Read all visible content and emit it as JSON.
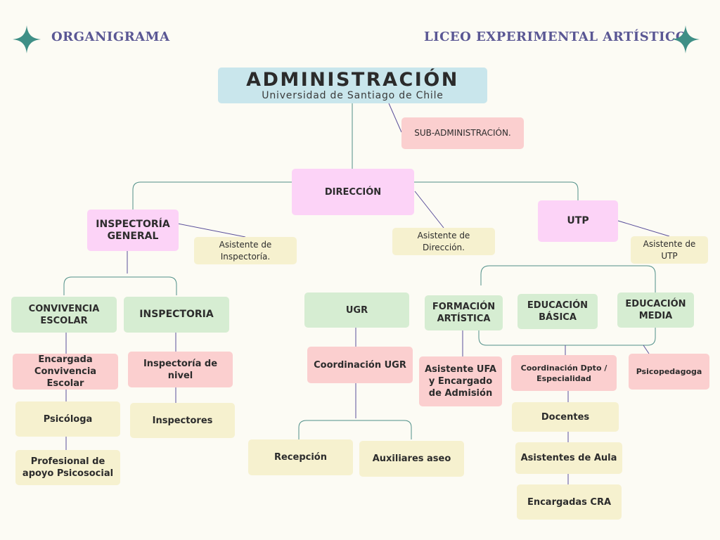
{
  "header": {
    "left_title": "ORGANIGRAMA",
    "right_title": "LICEO EXPERIMENTAL ARTÍSTICO",
    "accent_color": "#3f8f86",
    "title_color": "#5a5794"
  },
  "nodes": {
    "admin_title": "ADMINISTRACIÓN",
    "admin_subtitle": "Universidad de Santiago de Chile",
    "sub_admin": "SUB-ADMINISTRACIÓN.",
    "direccion": "DIRECCIÓN",
    "asistente_direccion": "Asistente de Dirección.",
    "inspectoria_general": "INSPECTORÍA GENERAL",
    "asistente_inspectoria": "Asistente de Inspectoría.",
    "utp": "UTP",
    "asistente_utp": "Asistente de UTP",
    "convivencia_escolar": "CONVIVENCIA ESCOLAR",
    "inspectoria": "INSPECTORIA",
    "encargada_convivencia": "Encargada Convivencia Escolar",
    "psicologa": "Psicóloga",
    "profesional_psicosocial": "Profesional de apoyo Psicosocial",
    "inspectoria_nivel": "Inspectoría de nivel",
    "inspectores": "Inspectores",
    "ugr": "UGR",
    "coordinacion_ugr": "Coordinación UGR",
    "recepcion": "Recepción",
    "auxiliares_aseo": "Auxiliares aseo",
    "formacion_artistica": "FORMACIÓN ARTÍSTICA",
    "educacion_basica": "EDUCACIÓN BÁSICA",
    "educacion_media": "EDUCACIÓN MEDIA",
    "asistente_ufa": "Asistente UFA y Encargado de Admisión",
    "coordinacion_dpto": "Coordinación Dpto / Especialidad",
    "psicopedagoga": "Psicopedagoga",
    "docentes": "Docentes",
    "asistentes_aula": "Asistentes de Aula",
    "encargadas_cra": "Encargadas CRA"
  }
}
